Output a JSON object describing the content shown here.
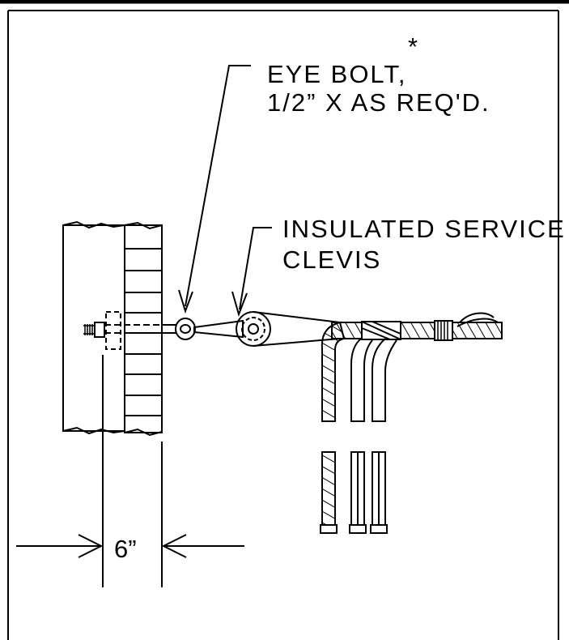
{
  "labels": {
    "eye_bolt_asterisk": "*",
    "eye_bolt_line1": "EYE BOLT,",
    "eye_bolt_line2": "1/2” X AS REQ'D.",
    "clevis_line1": "INSULATED SERVICE",
    "clevis_line2": "CLEVIS"
  },
  "dimension": {
    "value": "6”"
  }
}
